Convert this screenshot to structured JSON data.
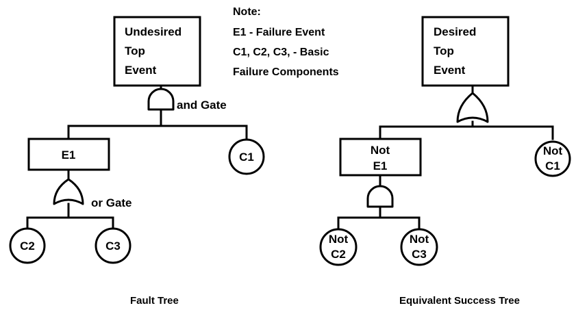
{
  "note": {
    "heading": "Note:",
    "line1": "E1 - Failure Event",
    "line2": "C1, C2, C3, - Basic",
    "line3": "Failure Components"
  },
  "fault_tree": {
    "caption": "Fault Tree",
    "top_event": [
      "Undesired",
      "Top",
      "Event"
    ],
    "and_gate_label": "and Gate",
    "or_gate_label": "or Gate",
    "e1": "E1",
    "c1": "C1",
    "c2": "C2",
    "c3": "C3"
  },
  "success_tree": {
    "caption": "Equivalent Success Tree",
    "top_event": [
      "Desired",
      "Top",
      "Event"
    ],
    "not_e1": [
      "Not",
      "E1"
    ],
    "not_c1": [
      "Not",
      "C1"
    ],
    "not_c2": [
      "Not",
      "C2"
    ],
    "not_c3": [
      "Not",
      "C3"
    ]
  }
}
